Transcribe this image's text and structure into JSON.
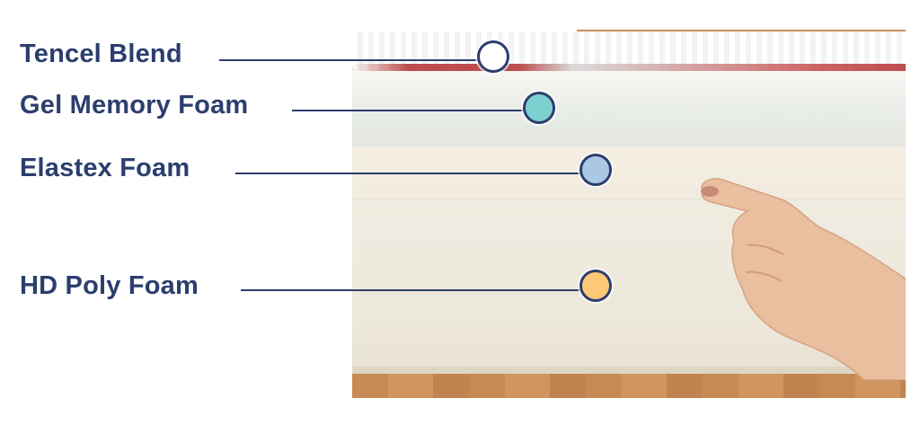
{
  "diagram": {
    "subject": "Mattress layer cross-section",
    "line_color": "#2c3e6e",
    "layers": [
      {
        "label": "Tencel Blend",
        "marker_color": "#ffffff"
      },
      {
        "label": "Gel Memory Foam",
        "marker_color": "#7ecfcf"
      },
      {
        "label": "Elastex Foam",
        "marker_color": "#aac8e4"
      },
      {
        "label": "HD Poly Foam",
        "marker_color": "#fdc878"
      }
    ]
  }
}
